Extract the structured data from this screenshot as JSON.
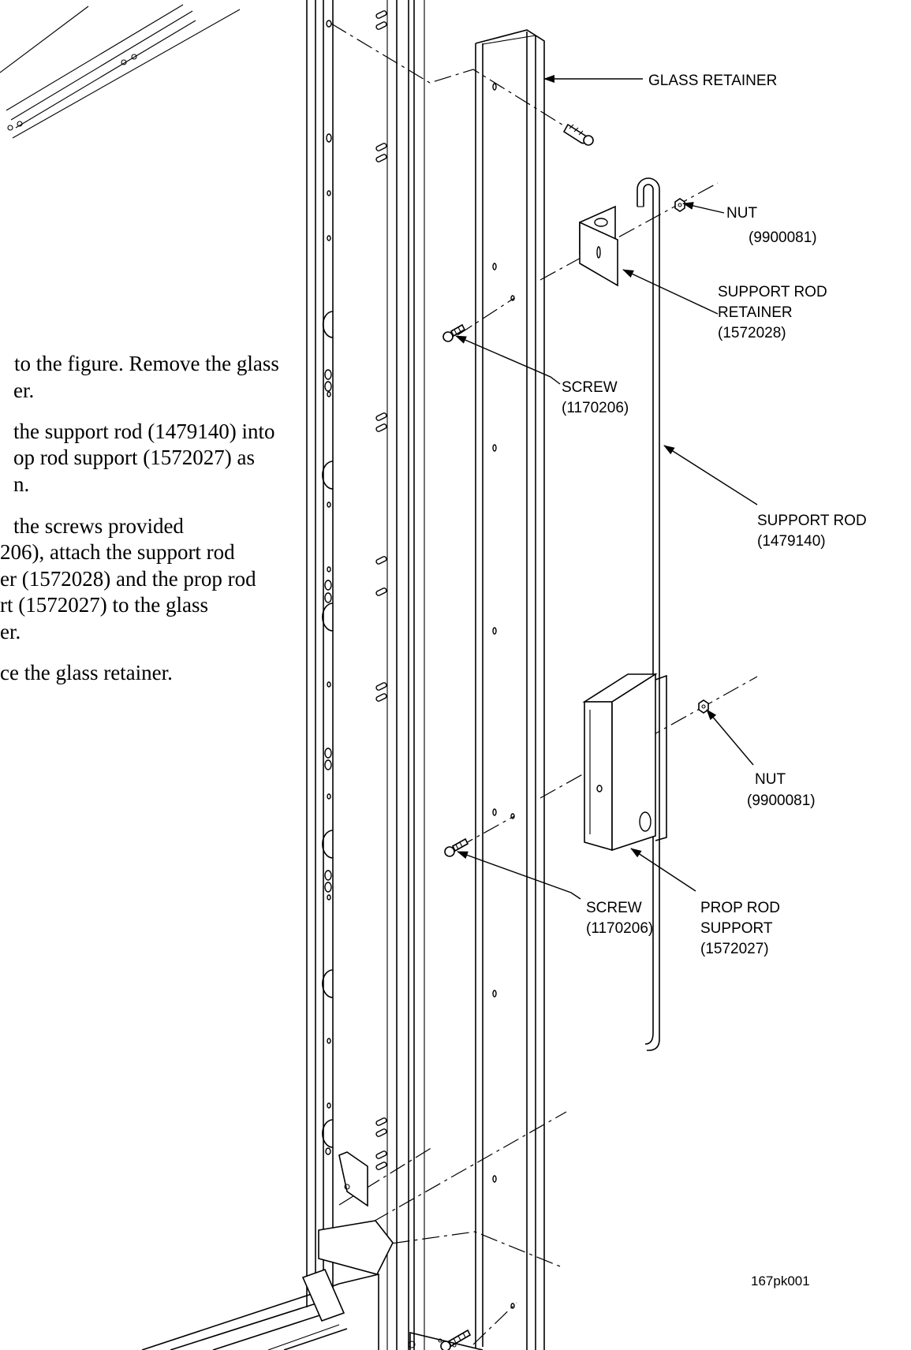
{
  "instructions": {
    "lines": [
      "to the figure.  Remove the glass",
      "er.",
      "the support rod (1479140) into",
      "op rod support (1572027) as",
      "n.",
      "the screws provided",
      "206), attach the support rod",
      "er (1572028) and the prop rod",
      "rt (1572027) to the glass",
      "er.",
      "ce the glass retainer."
    ]
  },
  "callouts": {
    "glass_retainer": "GLASS RETAINER",
    "nut_top": "NUT",
    "nut_top_pn": "(9900081)",
    "support_rod_retainer_1": "SUPPORT ROD",
    "support_rod_retainer_2": "RETAINER",
    "support_rod_retainer_pn": "(1572028)",
    "screw_top": "SCREW",
    "screw_top_pn": "(1170206)",
    "support_rod": "SUPPORT ROD",
    "support_rod_pn": "(1479140)",
    "nut_bottom": "NUT",
    "nut_bottom_pn": "(9900081)",
    "screw_bottom": "SCREW",
    "screw_bottom_pn": "(1170206)",
    "prop_rod_support_1": "PROP ROD",
    "prop_rod_support_2": "SUPPORT",
    "prop_rod_support_pn": "(1572027)"
  },
  "figure_id": "167pk001"
}
